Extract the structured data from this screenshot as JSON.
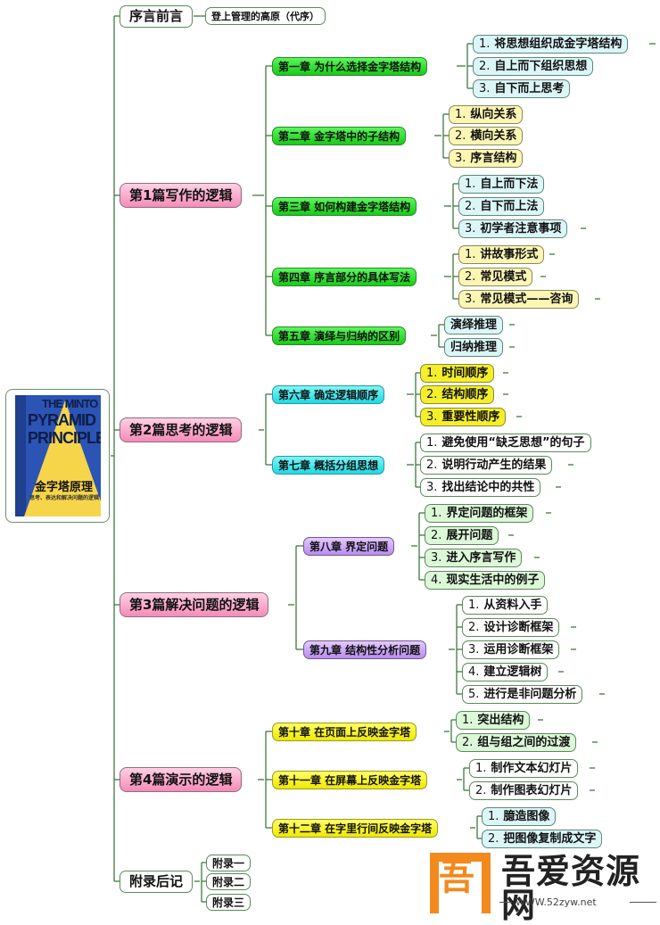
{
  "root_book": {
    "cover_title_en": [
      "THE MINTO",
      "PYRAMID",
      "PRINCIPLE"
    ],
    "cover_title_cn": "金字塔原理",
    "cover_subtitle": "思考、表达和解决问题的逻辑"
  },
  "branches": [
    {
      "label": "序言前言",
      "children": [
        {
          "label": "登上管理的高原（代序）"
        }
      ]
    },
    {
      "label": "第1篇写作的逻辑",
      "chapters": [
        {
          "label": "第一章 为什么选择金字塔结构",
          "items": [
            "将思想组织成金字塔结构",
            "自上而下组织思想",
            "自下而上思考"
          ]
        },
        {
          "label": "第二章 金字塔中的子结构",
          "items": [
            "纵向关系",
            "横向关系",
            "序言结构"
          ]
        },
        {
          "label": "第三章 如何构建金字塔结构",
          "items": [
            "自上而下法",
            "自下而上法",
            "初学者注意事项"
          ]
        },
        {
          "label": "第四章 序言部分的具体写法",
          "items": [
            "讲故事形式",
            "常见模式",
            "常见模式——咨询"
          ]
        },
        {
          "label": "第五章 演绎与归纳的区别",
          "items": [
            "演绎推理",
            "归纳推理"
          ]
        }
      ]
    },
    {
      "label": "第2篇思考的逻辑",
      "chapters": [
        {
          "label": "第六章 确定逻辑顺序",
          "items": [
            "时间顺序",
            "结构顺序",
            "重要性顺序"
          ]
        },
        {
          "label": "第七章 概括分组思想",
          "items": [
            "避免使用“缺乏思想”的句子",
            "说明行动产生的结果",
            "找出结论中的共性"
          ]
        }
      ]
    },
    {
      "label": "第3篇解决问题的逻辑",
      "chapters": [
        {
          "label": "第八章 界定问题",
          "items": [
            "界定问题的框架",
            "展开问题",
            "进入序言写作",
            "现实生活中的例子"
          ]
        },
        {
          "label": "第九章 结构性分析问题",
          "items": [
            "从资料入手",
            "设计诊断框架",
            "运用诊断框架",
            "建立逻辑树",
            "进行是非问题分析"
          ]
        }
      ]
    },
    {
      "label": "第4篇演示的逻辑",
      "chapters": [
        {
          "label": "第十章 在页面上反映金字塔",
          "items": [
            "突出结构",
            "组与组之间的过渡"
          ]
        },
        {
          "label": "第十一章 在屏幕上反映金字塔",
          "items": [
            "制作文本幻灯片",
            "制作图表幻灯片"
          ]
        },
        {
          "label": "第十二章 在字里行间反映金字塔",
          "items": [
            "臆造图像",
            "把图像复制成文字"
          ]
        }
      ]
    },
    {
      "label": "附录后记",
      "children": [
        {
          "label": "附录一"
        },
        {
          "label": "附录二"
        },
        {
          "label": "附录三"
        }
      ]
    }
  ],
  "numbers": [
    "1.",
    "2.",
    "3.",
    "4.",
    "5."
  ],
  "watermark": {
    "logo_glyph": "吾",
    "title": "吾爱资源网",
    "url": "WWW.52zyw.net"
  },
  "colors": {
    "part": "#f58bb8",
    "ch_green": "#16cc16",
    "ch_cyan": "#1ed9e3",
    "ch_purple": "#b98cf0",
    "ch_yellow": "#f0e800",
    "line": "#2f6b2f",
    "logo": "#f28a1e"
  }
}
